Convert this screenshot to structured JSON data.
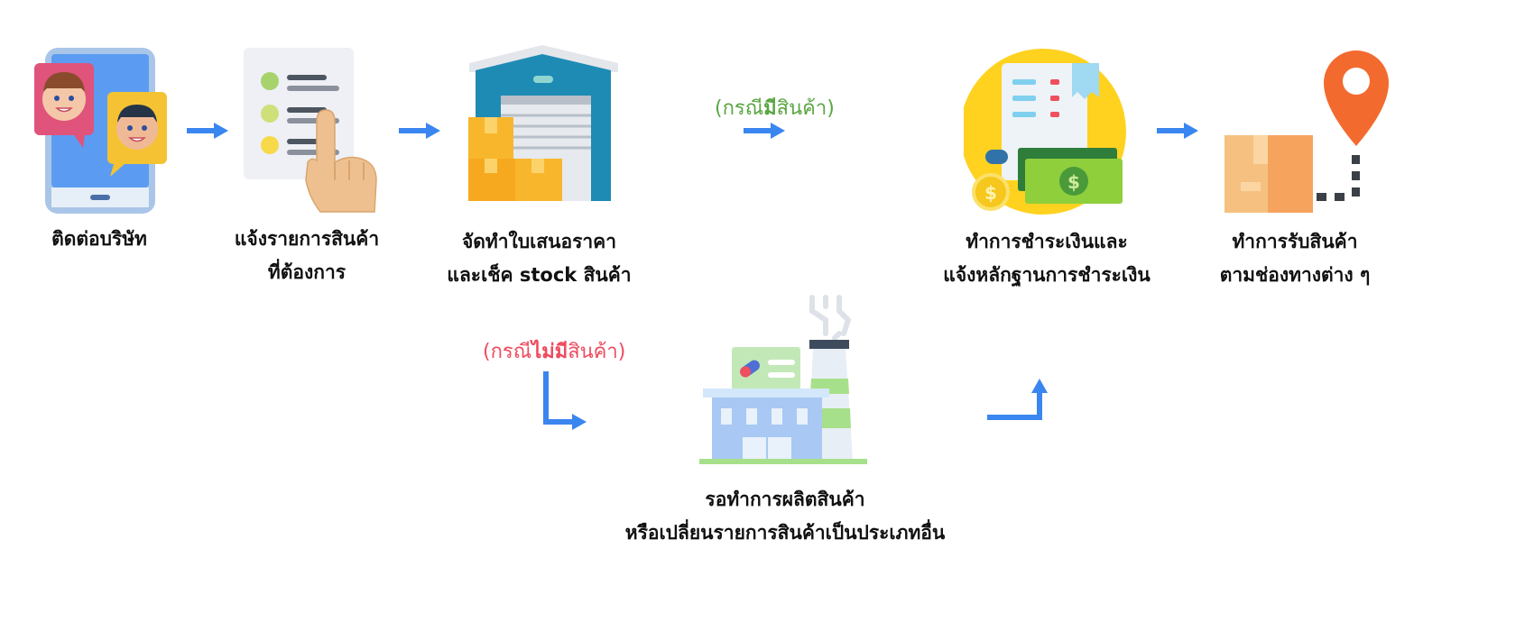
{
  "steps": [
    {
      "label_line1": "ติดต่อบริษัท",
      "label_line2": ""
    },
    {
      "label_line1": "แจ้งรายการสินค้า",
      "label_line2": "ที่ต้องการ"
    },
    {
      "label_line1": "จัดทำใบเสนอราคา",
      "label_line2": "และเช็ค stock สินค้า"
    },
    {
      "label_line1": "ทำการชำระเงินและ",
      "label_line2": "แจ้งหลักฐานการชำระเงิน"
    },
    {
      "label_line1": "ทำการรับสินค้า",
      "label_line2": "ตามช่องทางต่าง ๆ"
    }
  ],
  "branch": {
    "label_line1": "รอทำการผลิตสินค้า",
    "label_line2": "หรือเปลี่ยนรายการสินค้าเป็นประเภทอื่น"
  },
  "conditions": {
    "in_stock": {
      "open": "(กรณี",
      "bold": "มี",
      "rest": "สินค้า)"
    },
    "out_of_stock": {
      "open": "(กรณี",
      "bold": "ไม่มี",
      "rest": "สินค้า)"
    }
  },
  "colors": {
    "arrow": "#3a86f0",
    "in_stock_text": "#5aa642",
    "out_of_stock_text": "#ee4b5e",
    "coin_circle": "#ffd21f",
    "pin": "#f36a2f",
    "warehouse": "#1e8bb5",
    "box": "#f8b62d"
  },
  "icons": [
    "phone-chat-icon",
    "checklist-hand-icon",
    "warehouse-boxes-icon",
    "payment-receipt-icon",
    "delivery-pin-icon",
    "factory-icon"
  ]
}
